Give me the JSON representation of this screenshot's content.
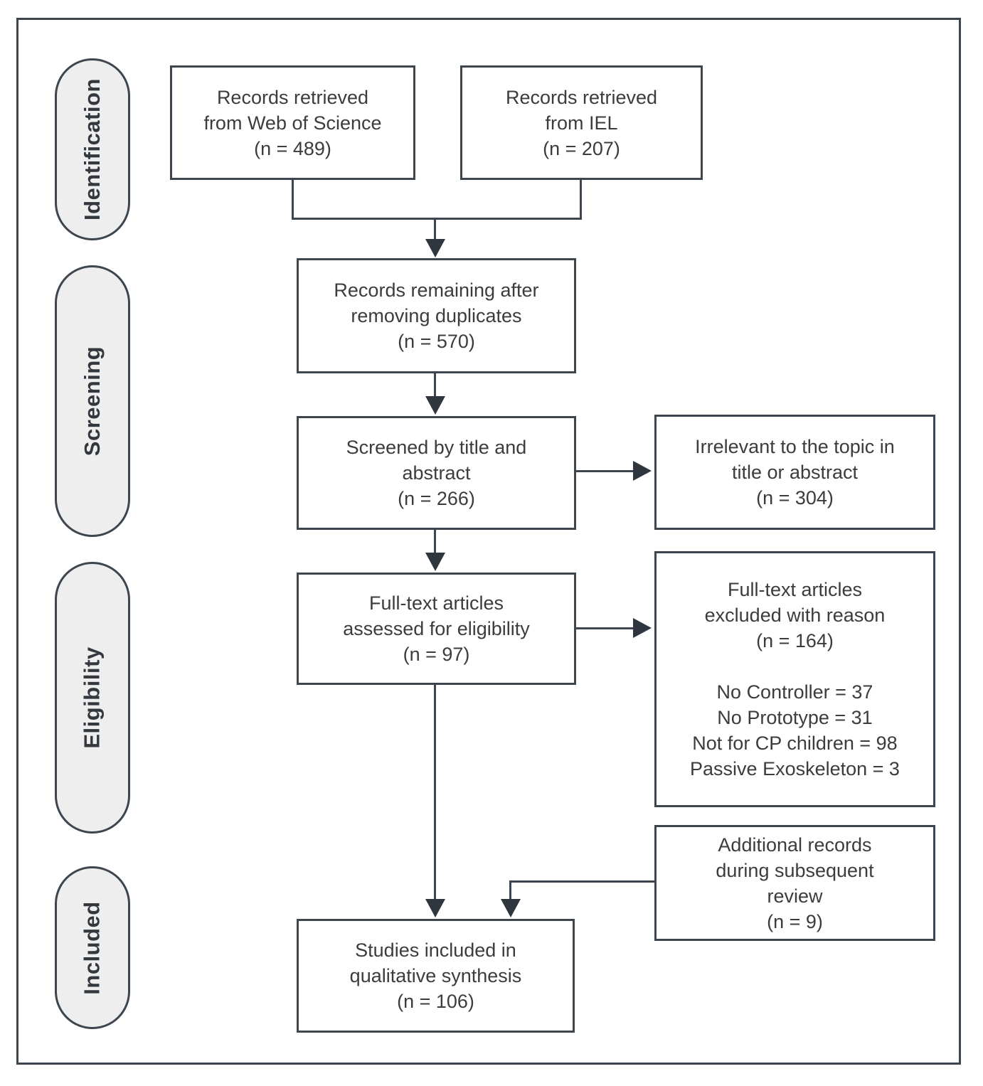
{
  "colors": {
    "box_border": "#3d454e",
    "line": "#3d454e",
    "arrowhead": "#30363d",
    "stage_fill": "#eeeeee",
    "text": "#3c3c3c"
  },
  "stages": [
    {
      "label": "Identification"
    },
    {
      "label": "Screening"
    },
    {
      "label": "Eligibility"
    },
    {
      "label": "Included"
    }
  ],
  "boxes": {
    "records_wos": {
      "text": "Records retrieved\nfrom Web of Science\n(n = 489)"
    },
    "records_iel": {
      "text": "Records retrieved\nfrom IEL\n(n = 207)"
    },
    "deduplicated": {
      "text": "Records remaining after\nremoving duplicates\n(n = 570)"
    },
    "screened": {
      "text": "Screened by title and\nabstract\n(n = 266)"
    },
    "fulltext_assessed": {
      "text": "Full-text articles\nassessed for eligibility\n(n = 97)"
    },
    "irrelevant_excluded": {
      "text": "Irrelevant to the topic in\ntitle or abstract\n(n = 304)"
    },
    "fulltext_excluded": {
      "text": "Full-text articles\nexcluded with reason\n(n = 164)\n\nNo Controller = 37\nNo Prototype = 31\nNot for CP children = 98\nPassive Exoskeleton = 3"
    },
    "additional_records": {
      "text": "Additional records\nduring subsequent\nreview\n(n = 9)"
    },
    "included_synthesis": {
      "text": "Studies included in\nqualitative synthesis\n(n = 106)"
    }
  }
}
